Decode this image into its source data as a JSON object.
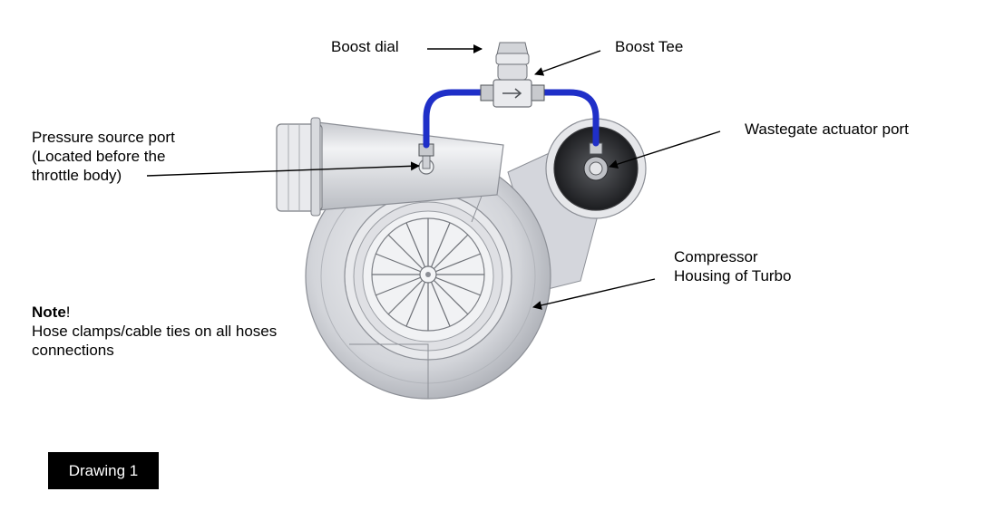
{
  "callouts": {
    "boost_dial": "Boost dial",
    "boost_tee": "Boost Tee",
    "pressure_source": [
      "Pressure source port",
      "(Located before the",
      "throttle body)"
    ],
    "wastegate_port": "Wastegate actuator port",
    "compressor_housing": [
      "Compressor",
      "Housing of Turbo"
    ]
  },
  "note": {
    "title": "Note",
    "title_suffix": "!",
    "lines": [
      "Hose clamps/cable ties on all hoses",
      "connections"
    ]
  },
  "badge": "Drawing 1",
  "colors": {
    "hose": "#1f2fc8",
    "housing": "#d6d8dc",
    "badge_bg": "#000000"
  }
}
